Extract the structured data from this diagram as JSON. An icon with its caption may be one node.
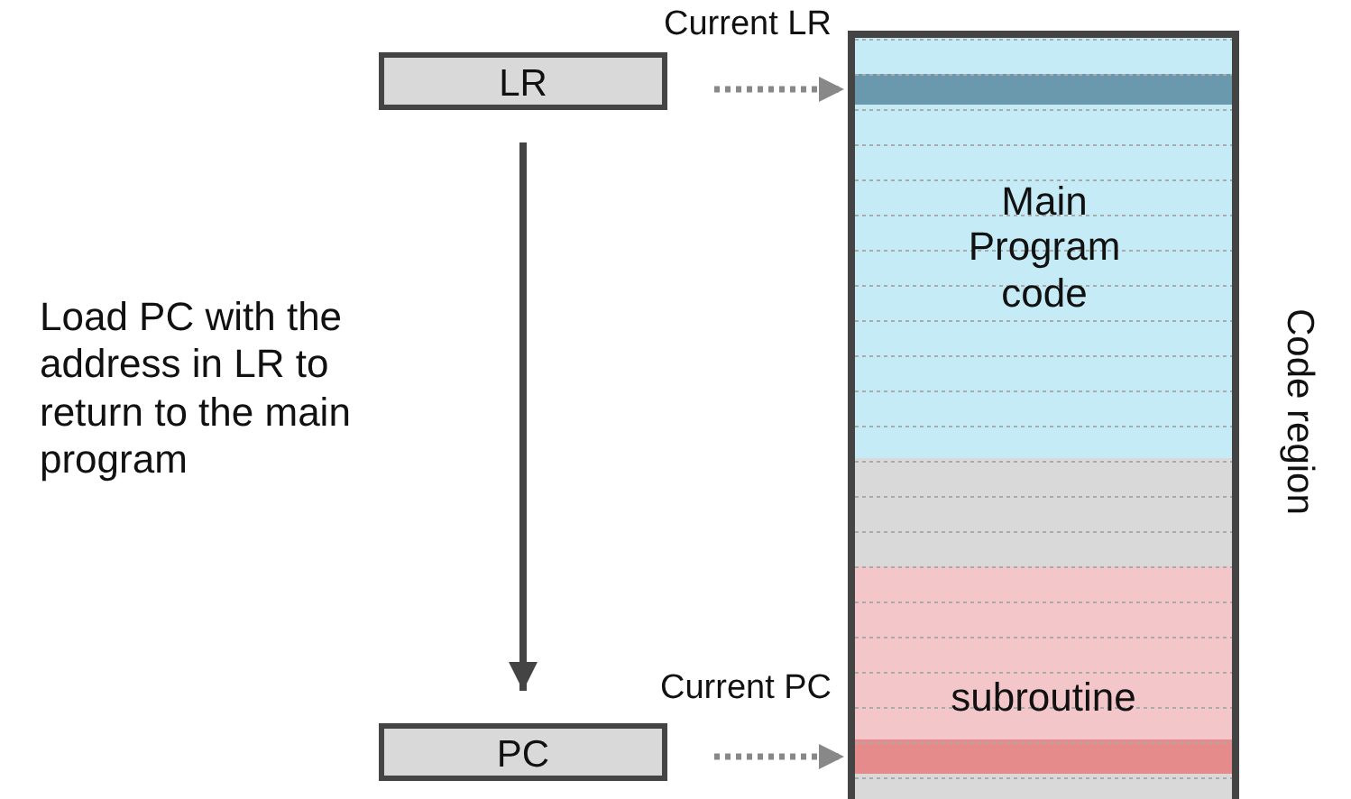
{
  "diagram": {
    "nodes": [
      {
        "text": [
          "LR"
        ]
      },
      {
        "text": [
          "PC"
        ]
      },
      {
        "text": [
          "Code region"
        ]
      },
      {
        "text": [
          "Main Program code"
        ],
        "in": 2
      },
      {
        "text": [],
        "shape": "bar",
        "in": 3
      },
      {
        "text": [
          "subroutine"
        ],
        "in": 2
      },
      {
        "text": [],
        "shape": "bar",
        "in": 5
      }
    ],
    "edges": [
      {
        "from": 0,
        "to": 1,
        "arrow": "to",
        "label": "Load PC with the address in LR to return to the main program",
        "color": "#444444"
      },
      {
        "from": 0,
        "to": 4,
        "arrow": "to",
        "label": "Current LR",
        "style": "dashed",
        "color": "#888888"
      },
      {
        "from": 1,
        "to": 6,
        "arrow": "to",
        "label": "Current PC",
        "style": "dashed",
        "color": "#888888"
      }
    ]
  }
}
